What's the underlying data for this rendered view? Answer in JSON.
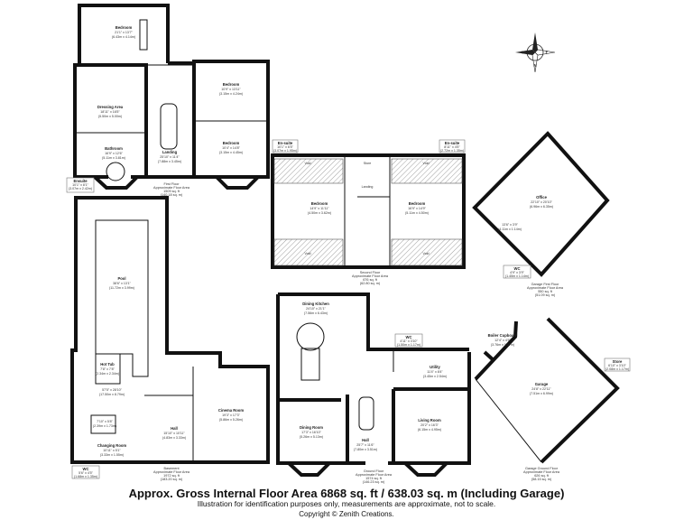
{
  "title": "Approx. Gross Internal Floor Area 6868 sq. ft / 638.03 sq. m (Including Garage)",
  "disclaimer": "Illustration for identification purposes only, measurements are approximate, not to scale.",
  "copyright": "Copyright © Zenith Creations.",
  "compass": {
    "n": "N",
    "s": "S",
    "e": "E",
    "w": "W"
  },
  "floors": {
    "first": {
      "name": "First Floor",
      "label": "Approximate Floor Area",
      "sqft": "1509 sq. ft",
      "sqm": "(140.18 sq. m)"
    },
    "second": {
      "name": "Second Floor",
      "label": "Approximate Floor Area",
      "sqft": "676 sq. ft",
      "sqm": "(62.80 sq. m)"
    },
    "garage_first": {
      "name": "Garage First Floor",
      "label": "Approximate Floor Area",
      "sqft": "550 sq. ft",
      "sqm": "(51.09 sq. m)"
    },
    "basement": {
      "name": "Basement",
      "label": "Approximate Floor Area",
      "sqft": "1972 sq. ft",
      "sqm": "(183.20 sq. m)"
    },
    "ground": {
      "name": "Ground Floor",
      "label": "Approximate Floor Area",
      "sqft": "1574 sq. ft",
      "sqm": "(146.23 sq. m)"
    },
    "garage_ground": {
      "name": "Garage Ground Floor",
      "label": "Approximate Floor Area",
      "sqft": "626 sq. ft",
      "sqm": "(58.15 sq. m)"
    }
  },
  "rooms": {
    "ff_bed1": {
      "name": "Bedroom",
      "dims": "21'1\" x 13'7\"",
      "metric": "(6.43m x 4.14m)"
    },
    "ff_bed2": {
      "name": "Bedroom",
      "dims": "10'9\" x 13'11\"",
      "metric": "(3.15m x 4.24m)"
    },
    "ff_bed3": {
      "name": "Bedroom",
      "dims": "10'4\" x 14'8\"",
      "metric": "(3.15m x 4.45m)"
    },
    "ff_dress": {
      "name": "Dressing Area",
      "dims": "18'11\" x 16'5\"",
      "metric": "(5.50m x 5.00m)"
    },
    "ff_bath": {
      "name": "Bathroom",
      "dims": "16'9\" x 12'6\"",
      "metric": "(5.11m x 3.81m)"
    },
    "ff_landing": {
      "name": "Landing",
      "dims": "25'10\" x 11'4\"",
      "metric": "(7.88m x 3.45m)"
    },
    "ff_ensuite": {
      "name": "Ensuite",
      "dims": "10'1\" x 8'1\"",
      "metric": "(3.07m x 2.42m)"
    },
    "sf_ensuite1": {
      "name": "En-suite",
      "dims": "10'1\" x 6'5\"",
      "metric": "(3.07m x 1.95m)"
    },
    "sf_ensuite2": {
      "name": "En-suite",
      "dims": "8'11\" x 4'5\"",
      "metric": "(2.72m x 1.35m)"
    },
    "sf_bed1": {
      "name": "Bedroom",
      "dims": "14'9\" x 11'11\"",
      "metric": "(4.50m x 3.62m)"
    },
    "sf_bed2": {
      "name": "Bedroom",
      "dims": "16'9\" x 14'9\"",
      "metric": "(5.11m x 4.50m)"
    },
    "sf_store": {
      "name": "Store"
    },
    "sf_landing": {
      "name": "Landing"
    },
    "sf_void1": {
      "name": "Void"
    },
    "sf_void2": {
      "name": "Void"
    },
    "sf_void3": {
      "name": "Void"
    },
    "sf_void4": {
      "name": "Void"
    },
    "gf_office": {
      "name": "Office",
      "dims": "22'10\" x 20'10\"",
      "metric": "(6.96m x 6.35m)"
    },
    "gf_office_ext": {
      "dims": "13'6\" x 3'9\"",
      "metric": "(4.11m x 1.14m)"
    },
    "gf_wc": {
      "name": "WC",
      "dims": "4'9\" x 3'9\"",
      "metric": "(1.45m x 1.14m)"
    },
    "b_pool": {
      "name": "Pool",
      "dims": "38'6\" x 13'1\"",
      "metric": "(11.72m x 3.99m)"
    },
    "b_hottub": {
      "name": "Hot Tub",
      "dims": "7'8\" x 7'8\"",
      "metric": "(2.34m x 2.34m)"
    },
    "b_poolroom": {
      "dims": "57'5\" x 28'10\"",
      "metric": "(17.50m x 8.79m)"
    },
    "b_cinema": {
      "name": "Cinema Room",
      "dims": "19'3\" x 17'3\"",
      "metric": "(5.86m x 5.26m)"
    },
    "b_hall": {
      "name": "Hall",
      "dims": "15'10\" x 10'11\"",
      "metric": "(4.83m x 3.33m)"
    },
    "b_shower": {
      "dims": "7'10\" x 5'8\"",
      "metric": "(2.39m x 1.73m)"
    },
    "b_changing": {
      "name": "Changing Room",
      "dims": "10'11\" x 5'1\"",
      "metric": "(3.33m x 1.55m)"
    },
    "b_wc": {
      "name": "WC",
      "dims": "5'6\" x 4'5\"",
      "metric": "(1.68m x 1.35m)"
    },
    "g_kitchen": {
      "name": "Dining Kitchen",
      "dims": "24'10\" x 21'1\"",
      "metric": "(7.56m x 6.43m)"
    },
    "g_dining": {
      "name": "Dining Room",
      "dims": "17'3\" x 16'10\"",
      "metric": "(5.26m x 5.13m)"
    },
    "g_hall": {
      "name": "Hall",
      "dims": "25'7\" x 11'6\"",
      "metric": "(7.80m x 3.51m)"
    },
    "g_living": {
      "name": "Living Room",
      "dims": "20'2\" x 16'3\"",
      "metric": "(6.15m x 4.95m)"
    },
    "g_wc": {
      "name": "WC",
      "dims": "4'11\" x 3'10\"",
      "metric": "(1.50m x 1.17m)"
    },
    "g_utility": {
      "name": "Utility",
      "dims": "11'4\" x 8'4\"",
      "metric": "(3.45m x 2.54m)"
    },
    "g_boiler": {
      "name": "Boiler Cupboard",
      "dims": "12'4\" x 4'6\"",
      "metric": "(3.76m x 1.37m)"
    },
    "g_garage": {
      "name": "Garage",
      "dims": "24'8\" x 22'11\"",
      "metric": "(7.51m x 6.99m)"
    },
    "g_store": {
      "name": "Store",
      "dims": "6'10\" x 3'10\"",
      "metric": "(2.08m x 1.17m)"
    }
  }
}
